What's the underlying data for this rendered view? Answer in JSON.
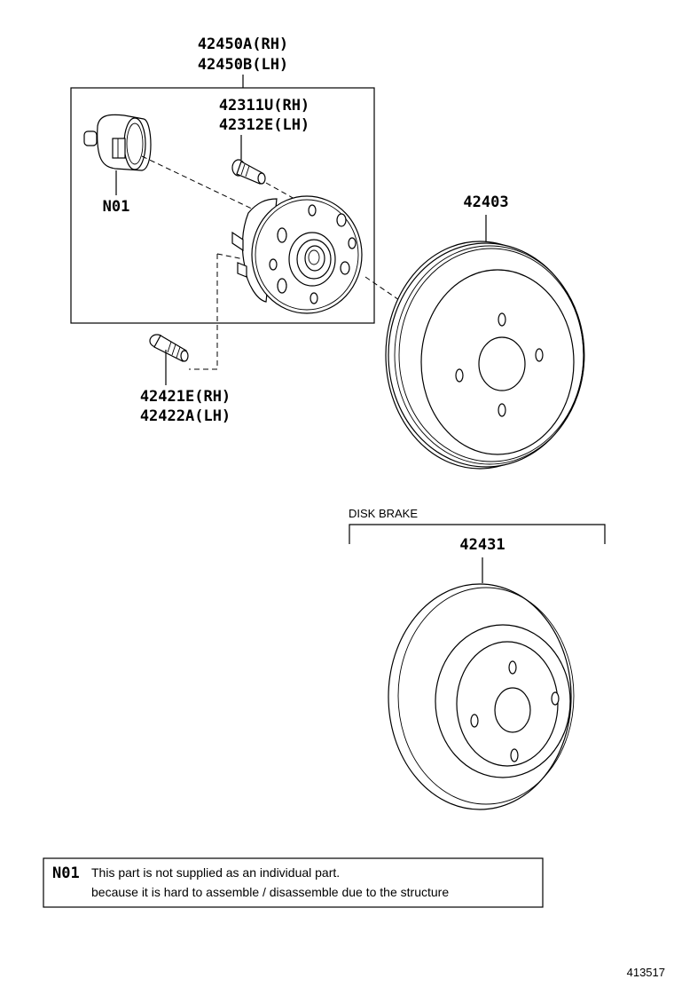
{
  "labels": {
    "hub_assy_rh": "42450A(RH)",
    "hub_assy_lh": "42450B(LH)",
    "hub_bolt_rh": "42311U(RH)",
    "hub_bolt_lh": "42312E(LH)",
    "sensor_note_code": "N01",
    "drum": "42403",
    "mount_bolt_rh": "42421E(RH)",
    "mount_bolt_lh": "42422A(LH)",
    "disk_brake_section": "DISK BRAKE",
    "disc": "42431",
    "diagram_id": "413517"
  },
  "note": {
    "code": "N01",
    "line1": "This part is not supplied as an individual part.",
    "line2": "because it is hard to assemble / disassemble due to the structure"
  }
}
